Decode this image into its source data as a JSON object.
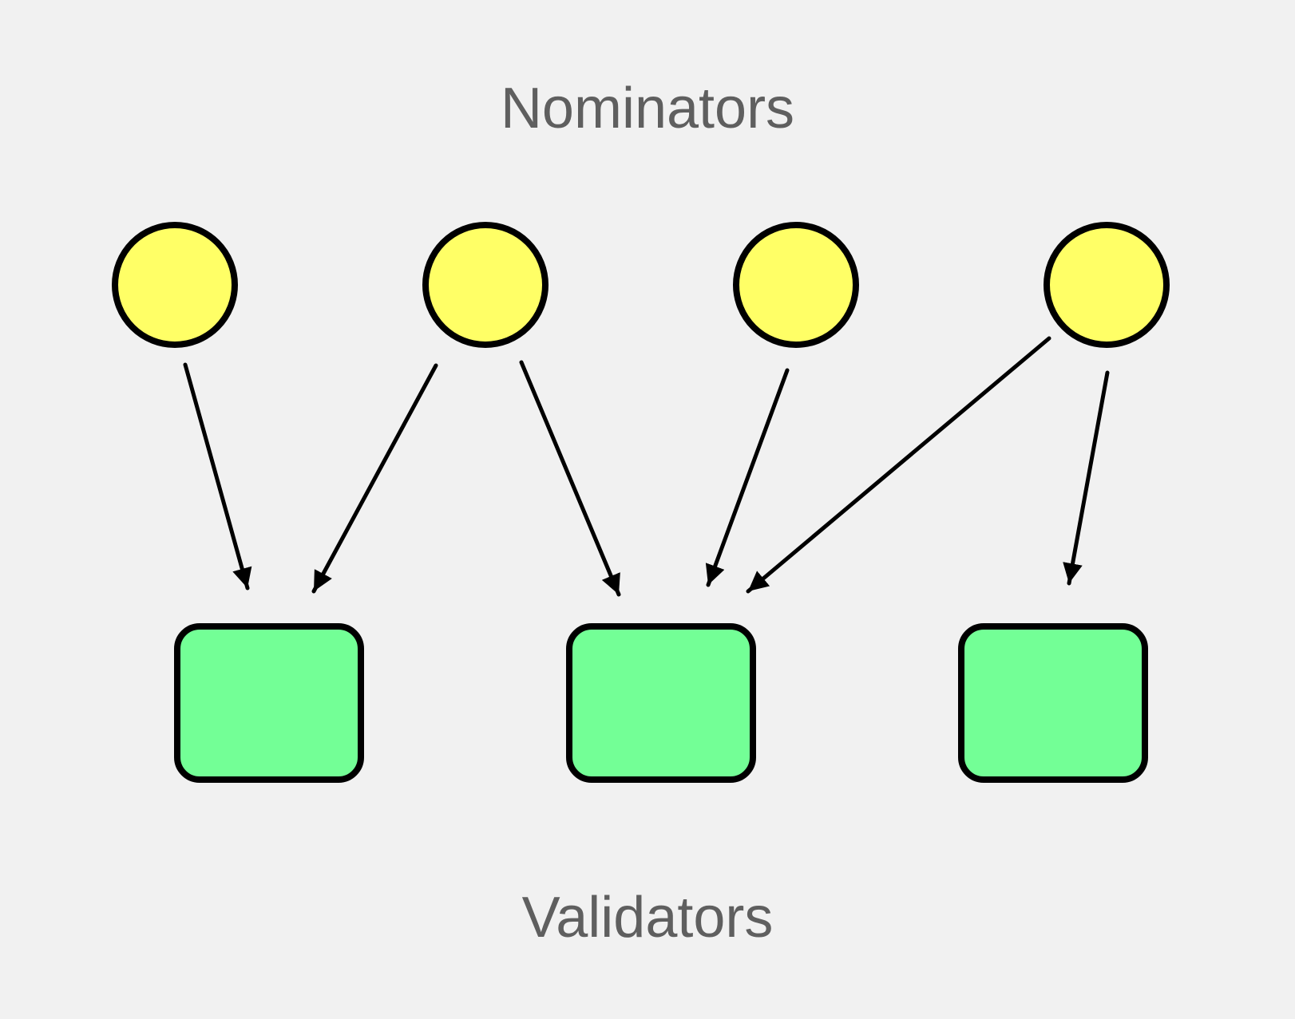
{
  "labels": {
    "top": "Nominators",
    "bottom": "Validators"
  },
  "colors": {
    "background": "#f1f1f1",
    "nominator_fill": "#ffff66",
    "validator_fill": "#73ff96",
    "stroke": "#000000",
    "label_text": "#5f5f5f"
  },
  "nominators": [
    {
      "id": "n1"
    },
    {
      "id": "n2"
    },
    {
      "id": "n3"
    },
    {
      "id": "n4"
    }
  ],
  "validators": [
    {
      "id": "v1"
    },
    {
      "id": "v2"
    },
    {
      "id": "v3"
    }
  ],
  "edges": [
    {
      "from": "n1",
      "to": "v1"
    },
    {
      "from": "n2",
      "to": "v1"
    },
    {
      "from": "n2",
      "to": "v2"
    },
    {
      "from": "n3",
      "to": "v2"
    },
    {
      "from": "n4",
      "to": "v2"
    },
    {
      "from": "n4",
      "to": "v3"
    }
  ]
}
